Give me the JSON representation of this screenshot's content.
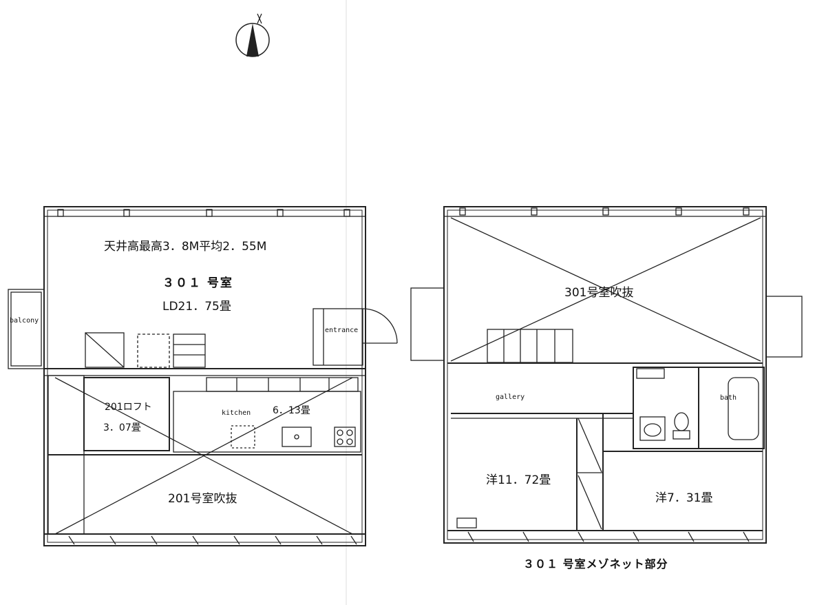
{
  "left_plan": {
    "ceiling_note": "天井高最高3．8M平均2．55M",
    "unit": "３０１ 号室",
    "ld_area": "LD21．75畳",
    "balcony": "balcony",
    "entrance": "entrance",
    "loft_name": "201ロフト",
    "loft_area": "3．07畳",
    "kitchen": "kitchen",
    "kitchen_area": "6．13畳",
    "void_201": "201号室吹抜"
  },
  "right_plan": {
    "void_301": "301号室吹抜",
    "gallery": "gallery",
    "bath": "bath",
    "room_west_large": "洋11．72畳",
    "room_west_small": "洋7．31畳"
  },
  "caption": "３０１ 号室メゾネット部分",
  "compass": "north-arrow-icon"
}
